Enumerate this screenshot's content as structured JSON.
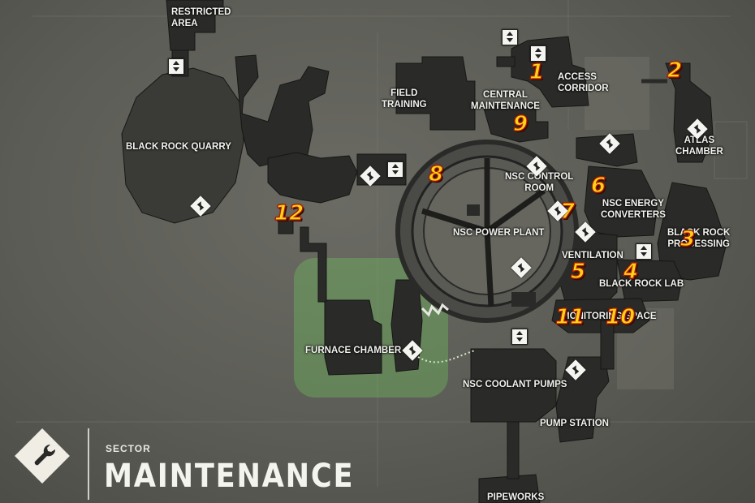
{
  "rooms": [
    {
      "id": "restricted-area",
      "label": "RESTRICTED\nAREA"
    },
    {
      "id": "black-rock-quarry",
      "label": "BLACK ROCK QUARRY"
    },
    {
      "id": "field-training",
      "label": "FIELD\nTRAINING"
    },
    {
      "id": "central-maintenance",
      "label": "CENTRAL\nMAINTENANCE"
    },
    {
      "id": "access-corridor",
      "label": "ACCESS\nCORRIDOR"
    },
    {
      "id": "atlas-chamber",
      "label": "ATLAS\nCHAMBER"
    },
    {
      "id": "nsc-control-room",
      "label": "NSC CONTROL\nROOM"
    },
    {
      "id": "nsc-energy-converters",
      "label": "NSC ENERGY\nCONVERTERS"
    },
    {
      "id": "nsc-power-plant",
      "label": "NSC POWER PLANT"
    },
    {
      "id": "black-rock-processing",
      "label": "BLACK ROCK\nPROCESSING"
    },
    {
      "id": "ventilation",
      "label": "VENTILATION"
    },
    {
      "id": "black-rock-lab",
      "label": "BLACK ROCK LAB"
    },
    {
      "id": "monitoring-space",
      "label": "MONITORING SPACE"
    },
    {
      "id": "furnace-chamber",
      "label": "FURNACE CHAMBER"
    },
    {
      "id": "nsc-coolant-pumps",
      "label": "NSC COOLANT PUMPS"
    },
    {
      "id": "pump-station",
      "label": "PUMP STATION"
    },
    {
      "id": "pipeworks",
      "label": "PIPEWORKS"
    }
  ],
  "markers": [
    "1",
    "2",
    "3",
    "4",
    "5",
    "6",
    "7",
    "8",
    "9",
    "10",
    "11",
    "12"
  ],
  "icons": {
    "transition": "diamond-arrows-icon",
    "elevator": "elevator-updown-icon",
    "sector_badge": "wrench-icon"
  },
  "colors": {
    "marker_fill": "#ffd21a",
    "marker_outline": "#b02000",
    "highlight": "#6fcf5a",
    "room_fill": "#2a2a28"
  },
  "sector": {
    "caption": "SECTOR",
    "name": "MAINTENANCE"
  }
}
